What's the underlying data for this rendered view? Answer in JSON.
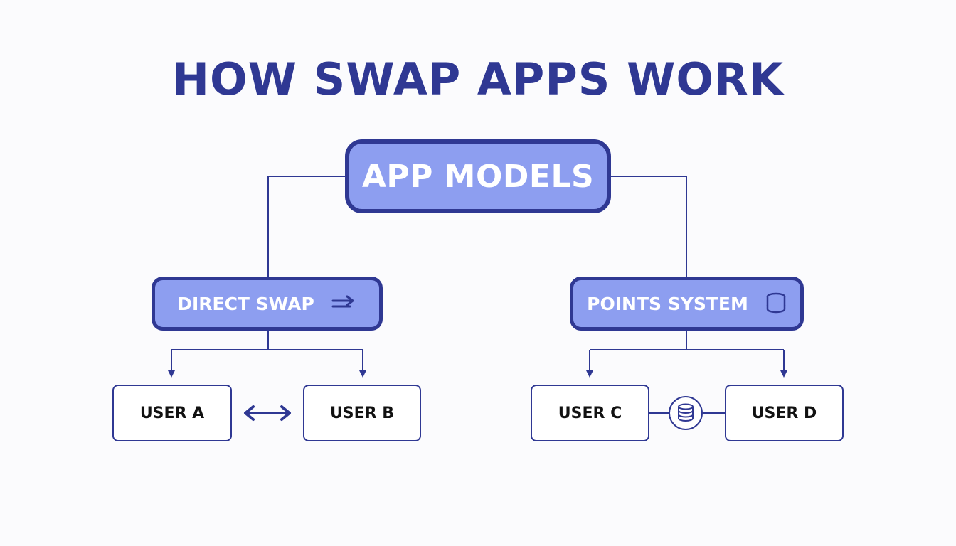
{
  "title": "HOW SWAP APPS WORK",
  "root": {
    "label": "APP MODELS"
  },
  "categories": [
    {
      "label": "DIRECT SWAP",
      "icon": "arrows-right-icon"
    },
    {
      "label": "POINTS SYSTEM",
      "icon": "coin-stack-icon"
    }
  ],
  "users": [
    {
      "label": "USER A"
    },
    {
      "label": "USER B"
    },
    {
      "label": "USER C"
    },
    {
      "label": "USER D"
    }
  ],
  "links": {
    "direct_swap": "double-arrow-icon",
    "points_system": "coin-stack-icon"
  },
  "colors": {
    "accent": "#2f3893",
    "node_fill": "#8d9ef0",
    "background": "#fbfbfd"
  }
}
